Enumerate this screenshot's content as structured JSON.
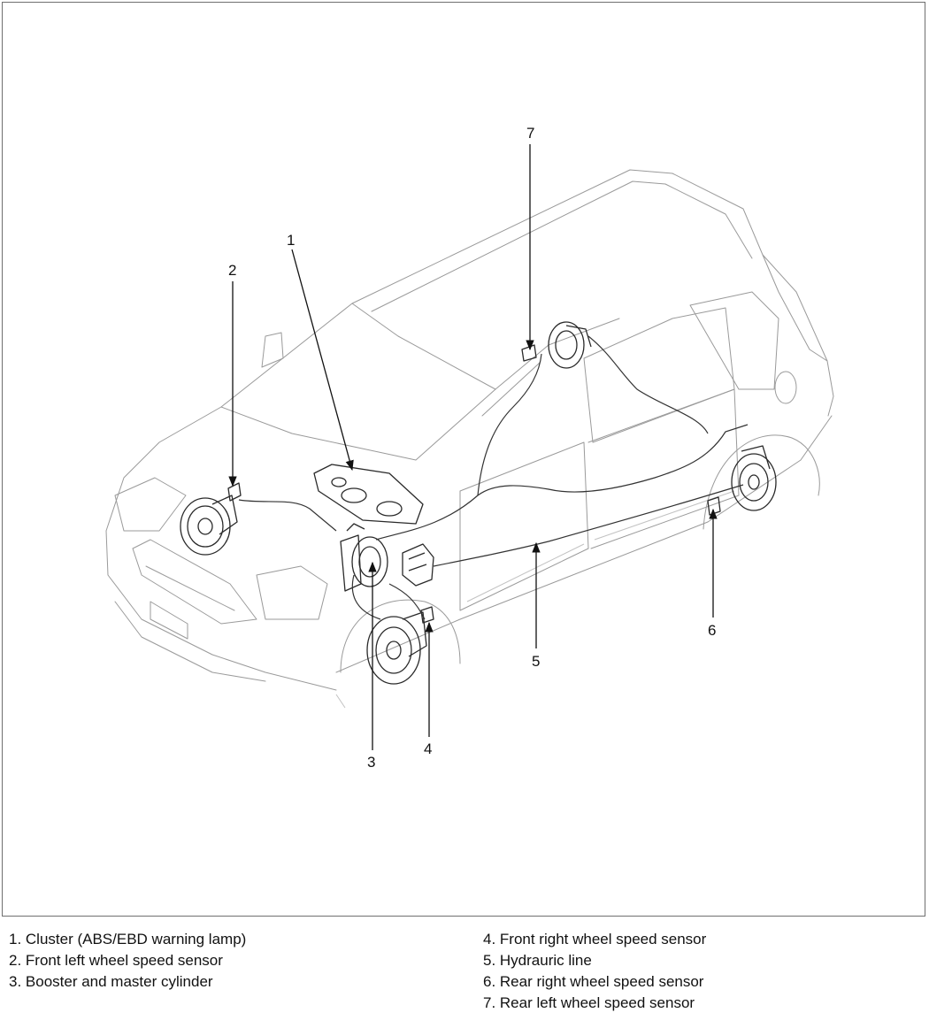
{
  "callouts": {
    "c1": "1",
    "c2": "2",
    "c3": "3",
    "c4": "4",
    "c5": "5",
    "c6": "6",
    "c7": "7"
  },
  "legend": {
    "left": [
      "1. Cluster (ABS/EBD warning lamp)",
      "2. Front left wheel speed sensor",
      "3. Booster and master cylinder"
    ],
    "right": [
      "4. Front right wheel speed sensor",
      "5. Hydrauric line",
      "6. Rear right wheel speed sensor",
      "7. Rear left wheel speed sensor"
    ]
  }
}
